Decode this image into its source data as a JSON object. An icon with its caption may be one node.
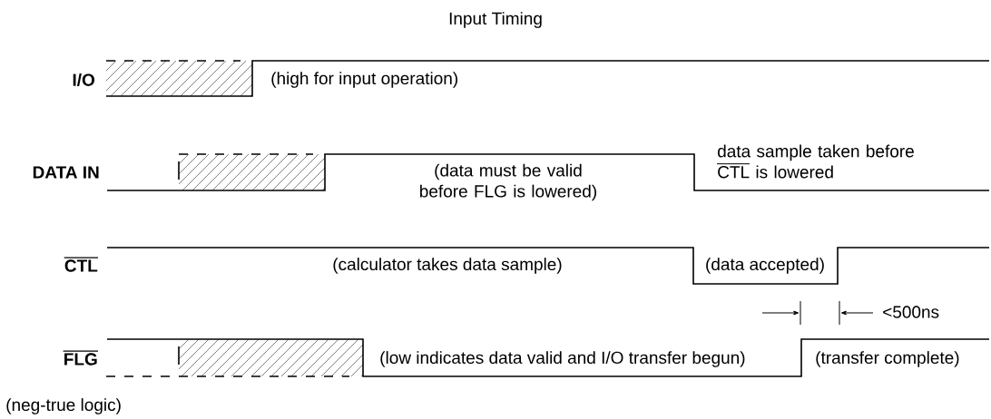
{
  "diagram": {
    "title": "Input Timing",
    "labels": [
      "I/O",
      "(high for input operation)",
      "DATA IN",
      "(data must be valid before FLG is lowered)",
      "data sample taken before CTL is lowered",
      "CTL",
      "(calculator takes data sample)",
      "(data accepted)",
      "<500ns",
      "FLG",
      "(low indicates data valid and I/O transfer begun)",
      "(transfer complete)",
      "(neg-true logic)"
    ]
  }
}
